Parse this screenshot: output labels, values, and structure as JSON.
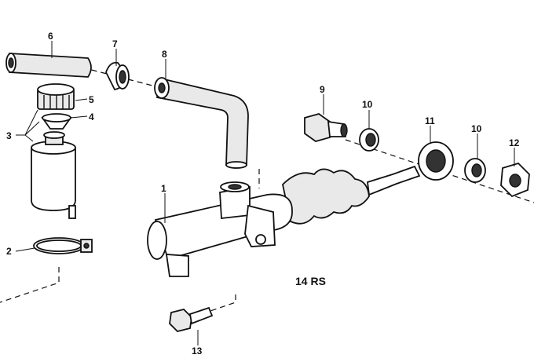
{
  "callouts": {
    "c1": "1",
    "c2": "2",
    "c3": "3",
    "c4": "4",
    "c5": "5",
    "c6": "6",
    "c7": "7",
    "c8": "8",
    "c9": "9",
    "c10a": "10",
    "c10b": "10",
    "c11": "11",
    "c12": "12",
    "c13": "13"
  },
  "caption": "14 RS",
  "colors": {
    "ink": "#111111",
    "paper": "#ffffff"
  }
}
